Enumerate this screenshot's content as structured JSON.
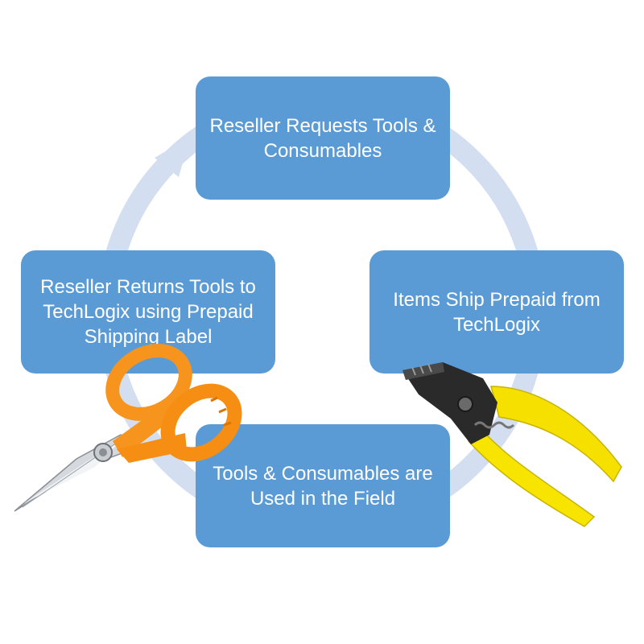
{
  "cycle": {
    "colors": {
      "box": "#5b9bd5",
      "ring": "#d3dff0",
      "text": "#ffffff"
    },
    "steps": [
      {
        "text": "Reseller Requests Tools & Consumables"
      },
      {
        "text": "Items Ship Prepaid from TechLogix"
      },
      {
        "text": "Tools & Consumables are Used in the Field"
      },
      {
        "text": "Reseller Returns Tools to TechLogix using Prepaid Shipping Label"
      }
    ]
  },
  "images": [
    {
      "icon": "scissors-icon",
      "color": "#f7941d"
    },
    {
      "icon": "stripper-pliers-icon",
      "color": "#f5e000"
    }
  ]
}
